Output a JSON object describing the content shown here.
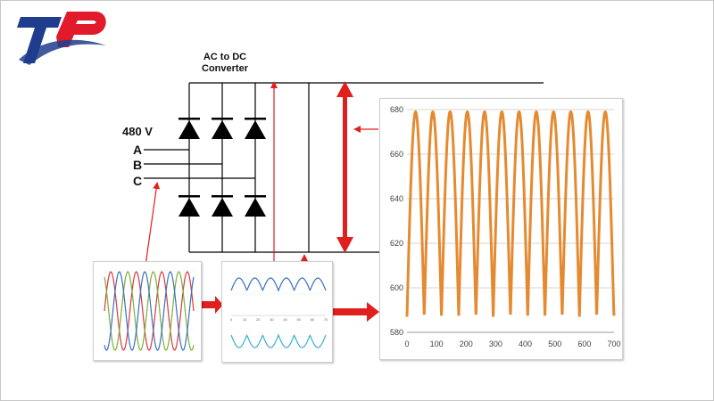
{
  "branding": {
    "logo_text": "TP",
    "colors": {
      "blue": "#1f3d8c",
      "red": "#e21b2c"
    }
  },
  "converter": {
    "title_line1": "AC to DC",
    "title_line2": "Converter",
    "input_voltage": "480 V",
    "phases": [
      "A",
      "B",
      "C"
    ],
    "diode_count": 6
  },
  "colors": {
    "arrow": "#e01f1f",
    "wire": "#000000",
    "curve": "#e58a31",
    "grid": "#d6d6d6",
    "phase_blue": "#3a70c2",
    "phase_red": "#d83a3a",
    "phase_green": "#7ab03a",
    "phase_purple": "#7b4fb0",
    "phase_cyan": "#3cb0c8"
  },
  "chart_data": [
    {
      "type": "line",
      "description_role": "rectified DC output ripple",
      "xlim": [
        0,
        700
      ],
      "ylim": [
        580,
        680
      ],
      "xticks": [
        0,
        100,
        200,
        300,
        400,
        500,
        600,
        700
      ],
      "yticks": [
        580,
        600,
        620,
        640,
        660,
        680
      ],
      "grid": true,
      "series": [
        {
          "peak": 679,
          "trough": 587,
          "period": 58.3,
          "x_max": 700,
          "color": "#e58a31"
        }
      ],
      "title": "",
      "xlabel": "",
      "ylabel": ""
    },
    {
      "type": "line",
      "description_role": "three-phase AC input",
      "series_count": 3,
      "cycles_shown": 3.5,
      "colors": [
        "#d83a3a",
        "#7ab03a",
        "#3a70c2"
      ]
    },
    {
      "type": "line",
      "description_role": "positive and negative rectified rails",
      "xticks": [
        0,
        10,
        20,
        30,
        40,
        50,
        60,
        70
      ],
      "colors": [
        "#3a70c2",
        "#3cb0c8"
      ]
    }
  ]
}
